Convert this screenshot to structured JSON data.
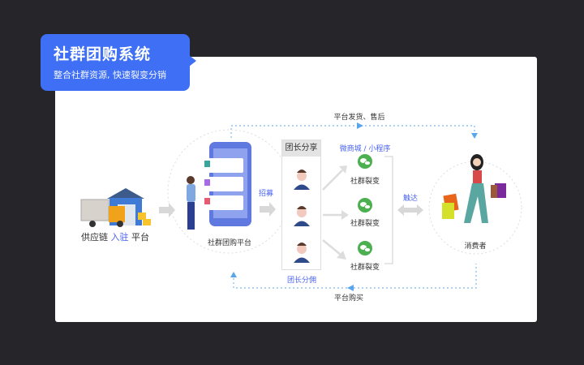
{
  "header": {
    "title": "社群团购系统",
    "subtitle": "整合社群资源, 快速裂变分销"
  },
  "supply": {
    "prefix": "供应链",
    "highlight": "入驻",
    "suffix": "平台"
  },
  "platform": {
    "label": "社群团购平台"
  },
  "recruit": "招募",
  "leaders": {
    "title": "团长分享",
    "commission": "团长分佣"
  },
  "channels": {
    "title": "微商城 / 小程序",
    "items": [
      "社群裂变",
      "社群裂变",
      "社群裂变"
    ]
  },
  "reach": "触达",
  "consumer": {
    "label": "消费者"
  },
  "flows": {
    "top": "平台发货、售后",
    "bottom": "平台购买"
  },
  "colors": {
    "accent": "#3e6ff5",
    "wechat": "#4caf50",
    "background": "#26262a"
  }
}
